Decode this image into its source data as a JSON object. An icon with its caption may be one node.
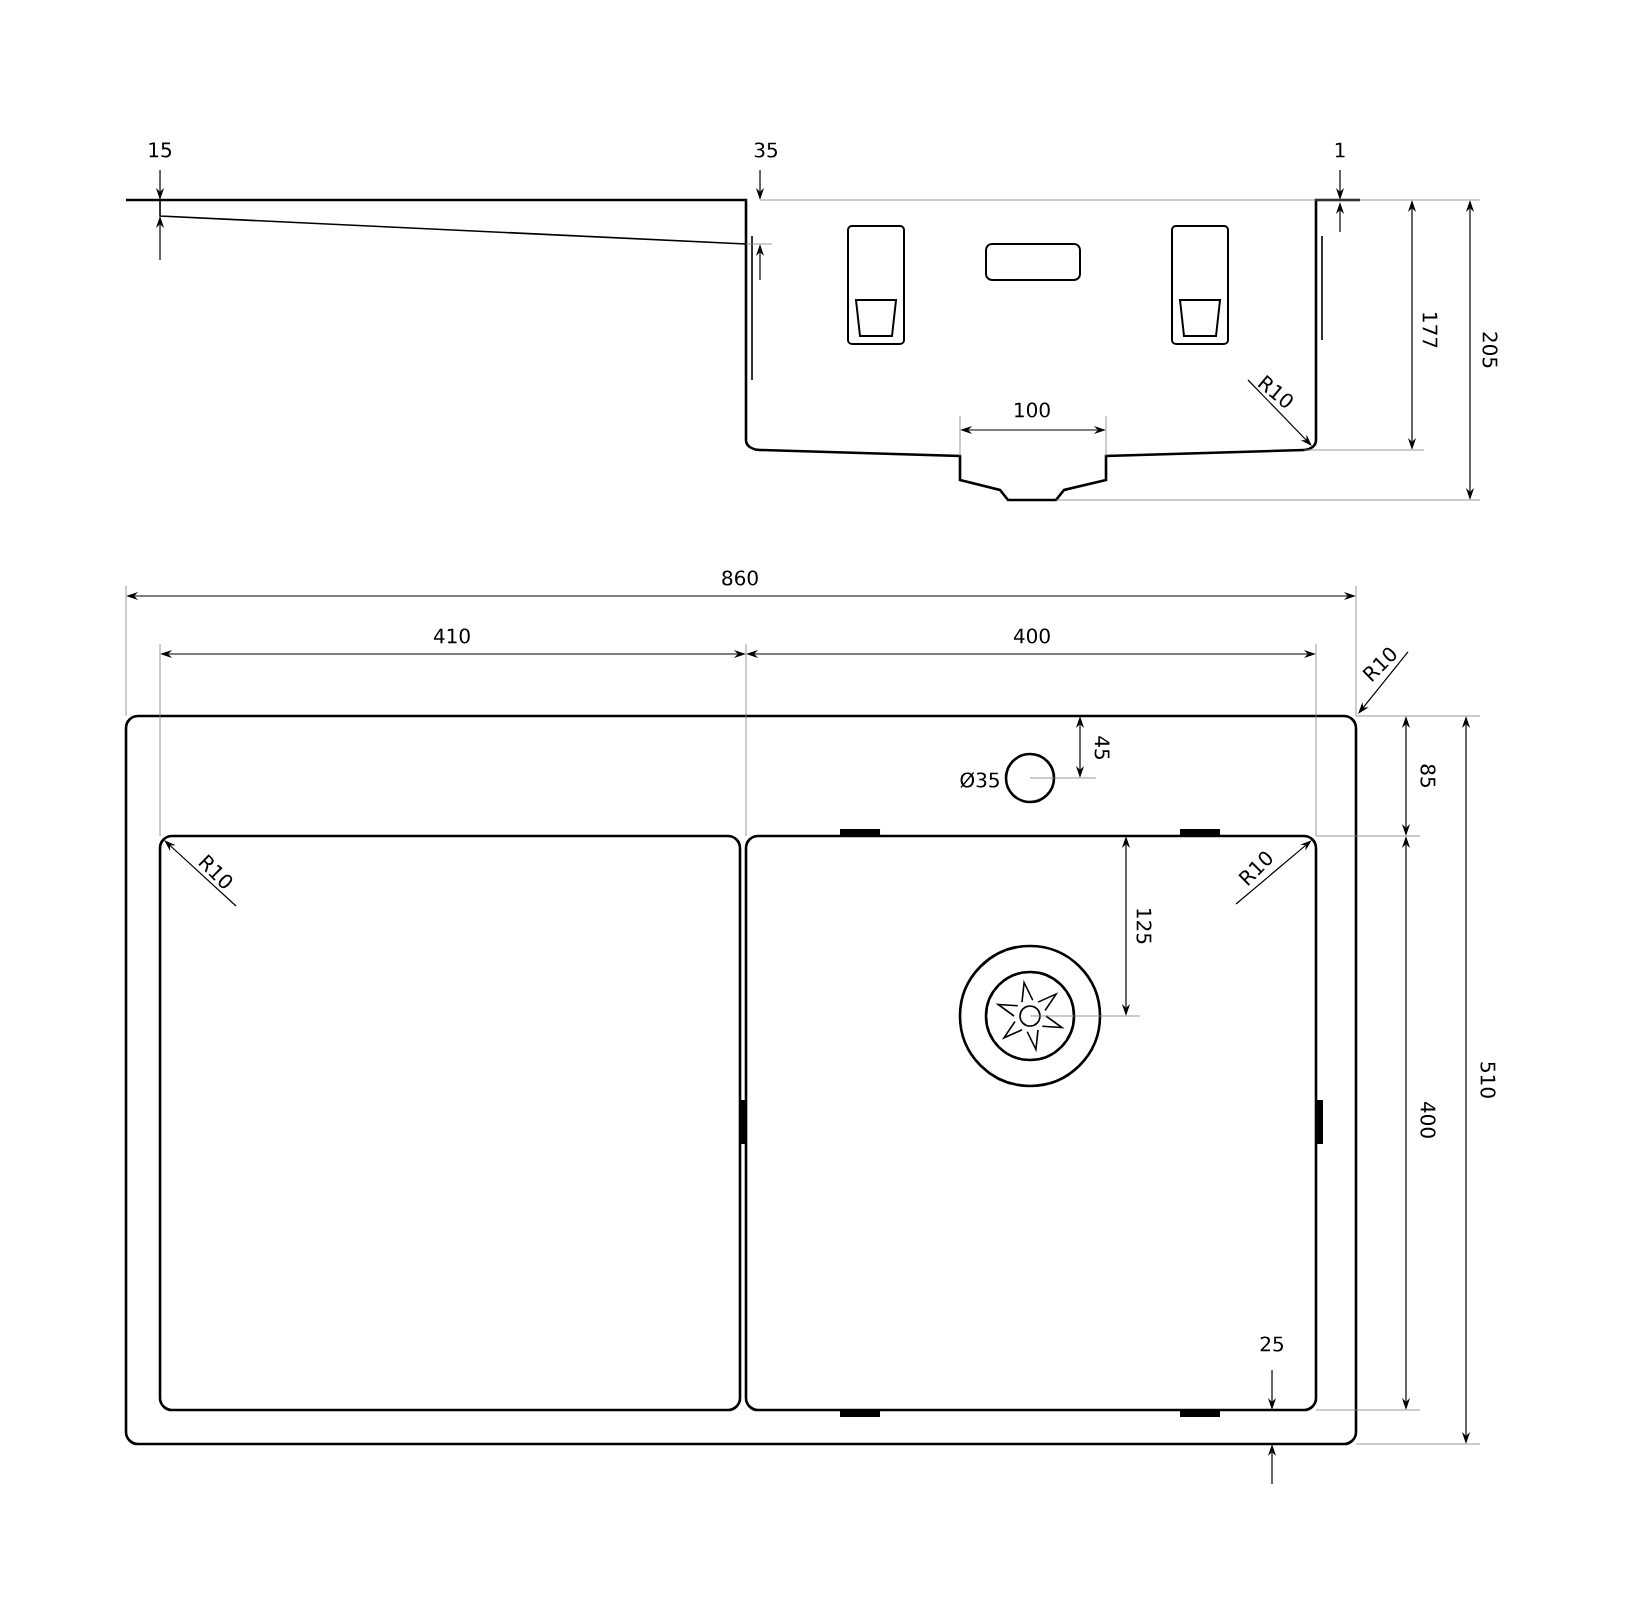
{
  "diagram": {
    "labels": [
      "15",
      "35",
      "1",
      "177",
      "205",
      "R10",
      "100",
      "860",
      "410",
      "400",
      "R10",
      "45",
      "85",
      "Ø35",
      "R10",
      "R10",
      "125",
      "400",
      "510",
      "25"
    ]
  }
}
